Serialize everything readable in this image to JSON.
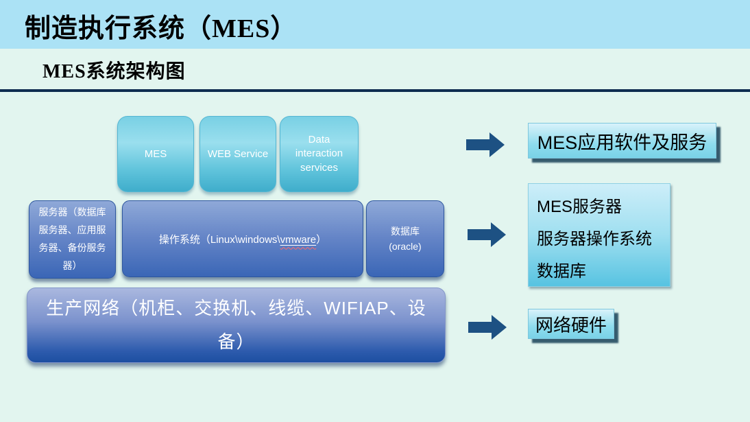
{
  "slide": {
    "title": "制造执行系统（MES）",
    "subtitle": "MES系统架构图"
  },
  "diagram": {
    "app_layer": {
      "boxes": [
        {
          "label": "MES"
        },
        {
          "label": "WEB Service"
        },
        {
          "label": "Data interaction services"
        }
      ],
      "annotation": "MES应用软件及服务"
    },
    "platform_layer": {
      "server_box": "服务器（数据库服务器、应用服务器、备份服务器）",
      "os_box_prefix": "操作系统（Linux\\windows\\",
      "os_box_highlight": "vmware",
      "os_box_suffix": "）",
      "db_box_line1": "数据库",
      "db_box_line2": "(oracle)",
      "annotation_lines": [
        "MES服务器",
        "服务器操作系统",
        "数据库"
      ]
    },
    "network_layer": {
      "box": "生产网络（机柜、交换机、线缆、WIFIAP、设备）",
      "annotation": "网络硬件"
    }
  },
  "colors": {
    "header_bar": "#abe2f5",
    "slide_background": "#e2f5ef",
    "divider_line": "#0e2c50",
    "app_box_top": "#9adfee",
    "app_box_bottom": "#3fadcb",
    "platform_box_top": "#8fa9d8",
    "platform_box_bottom": "#3a66b6",
    "network_box_top": "#aab8df",
    "network_box_bottom": "#1d4fa1",
    "annotation_box_top": "#cdeef9",
    "annotation_box_bottom": "#57c3e1",
    "arrow": "#1d5183",
    "spellcheck_squiggle": "#ff6a6a"
  }
}
